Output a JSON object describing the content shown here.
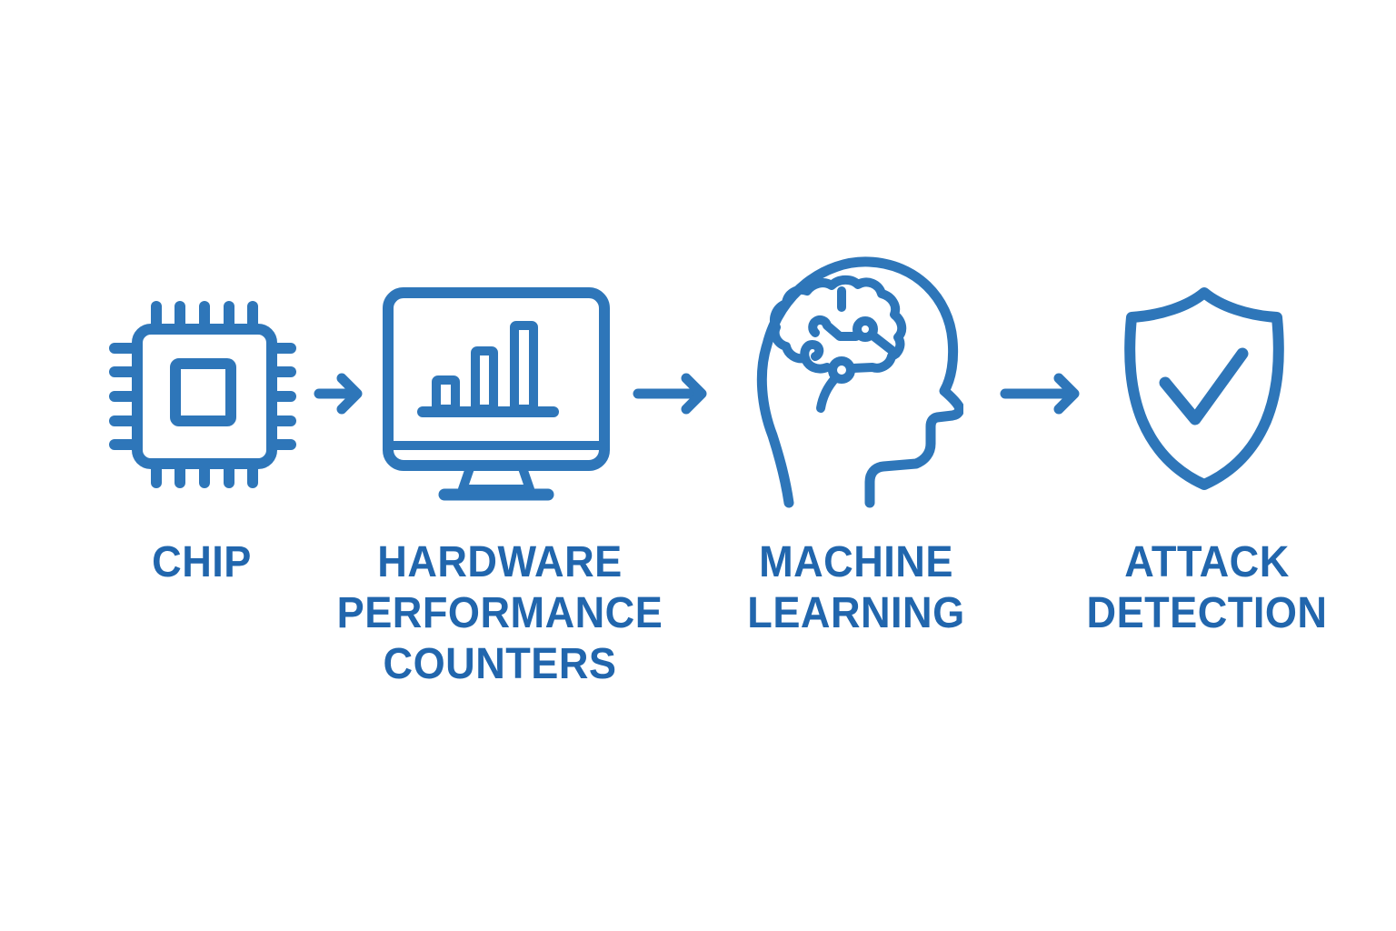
{
  "colors": {
    "background": "#ffffff",
    "icon_blue": "#2e76b9",
    "text_blue": "#2166ad"
  },
  "steps": [
    {
      "icon": "chip-icon",
      "label_lines": [
        "CHIP"
      ]
    },
    {
      "icon": "monitor-bar-chart-icon",
      "label_lines": [
        "HARDWARE",
        "PERFORMANCE",
        "COUNTERS"
      ]
    },
    {
      "icon": "head-brain-icon",
      "label_lines": [
        "MACHINE",
        "LEARNING"
      ]
    },
    {
      "icon": "shield-check-icon",
      "label_lines": [
        "ATTACK",
        "DETECTION"
      ]
    }
  ],
  "connectors": [
    {
      "icon": "arrow-right-icon"
    },
    {
      "icon": "arrow-right-icon"
    },
    {
      "icon": "arrow-right-icon"
    }
  ]
}
